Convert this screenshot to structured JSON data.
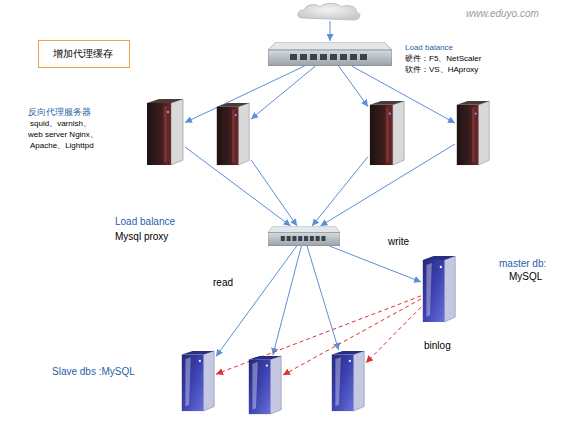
{
  "diagram": {
    "nodes": [
      {
        "text": [
          "增加代理缓存"
        ]
      },
      {
        "text": [
          "Load balance",
          "硬件：F5、NetScaler",
          "软件：VS、HAproxy"
        ]
      },
      {
        "text": [
          "反向代理服务器",
          "squid、varnish、",
          "web server Nginx、",
          "Apache、Lighttpd"
        ]
      },
      {
        "text": []
      },
      {
        "text": []
      },
      {
        "text": []
      },
      {
        "text": [
          "Load balance",
          "Mysql proxy"
        ]
      },
      {
        "text": [
          "master  db:",
          "MySQL"
        ]
      },
      {
        "text": [
          "Slave dbs :MySQL"
        ]
      },
      {
        "text": []
      },
      {
        "text": []
      }
    ],
    "edges": [
      {
        "from": 1,
        "to": 2,
        "arrow": "to"
      },
      {
        "from": 1,
        "to": 3,
        "arrow": "to"
      },
      {
        "from": 1,
        "to": 4,
        "arrow": "to"
      },
      {
        "from": 1,
        "to": 5,
        "arrow": "to"
      },
      {
        "from": 2,
        "to": 6,
        "arrow": "to"
      },
      {
        "from": 3,
        "to": 6,
        "arrow": "to"
      },
      {
        "from": 4,
        "to": 6,
        "arrow": "to"
      },
      {
        "from": 5,
        "to": 6,
        "arrow": "to"
      },
      {
        "from": 6,
        "to": 7,
        "label": "write",
        "arrow": "to"
      },
      {
        "from": 6,
        "to": 8,
        "label": "read",
        "arrow": "to"
      },
      {
        "from": 6,
        "to": 9,
        "arrow": "to"
      },
      {
        "from": 6,
        "to": 10,
        "arrow": "to"
      },
      {
        "from": 7,
        "to": 8,
        "arrow": "to"
      },
      {
        "from": 7,
        "to": 9,
        "arrow": "to"
      },
      {
        "from": 7,
        "to": 10,
        "label": "binlog",
        "arrow": "to"
      }
    ],
    "labels": [
      "www.eduyo.com"
    ]
  }
}
